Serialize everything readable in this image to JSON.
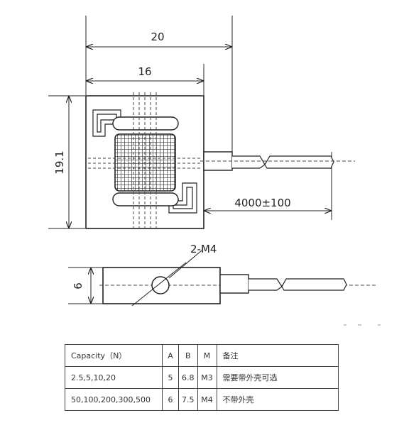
{
  "dimensions": {
    "overall_width": "20",
    "body_width": "16",
    "height": "19.1",
    "cable_length": "4000±100",
    "thread": "2-M4",
    "thickness": "6"
  },
  "spec_table": {
    "headers": [
      "Capacity（N）",
      "A",
      "B",
      "M",
      "备注"
    ],
    "rows": [
      [
        "2.5,5,10,20",
        "5",
        "6.8",
        "M3",
        "需要带外壳可选"
      ],
      [
        "50,100,200,300,500",
        "6",
        "7.5",
        "M4",
        "不带外壳"
      ]
    ]
  }
}
